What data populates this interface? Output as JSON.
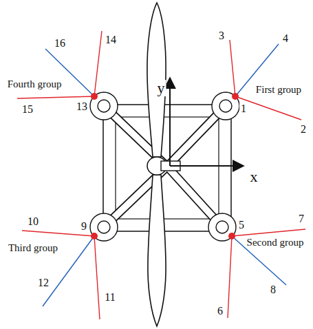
{
  "diagram": {
    "labels": [
      "y",
      "x",
      "First group",
      "1",
      "2",
      "3",
      "4",
      "Second group",
      "5",
      "6",
      "7",
      "8",
      "Third group",
      "9",
      "10",
      "11",
      "12",
      "Fourth group",
      "13",
      "14",
      "15",
      "16"
    ]
  }
}
